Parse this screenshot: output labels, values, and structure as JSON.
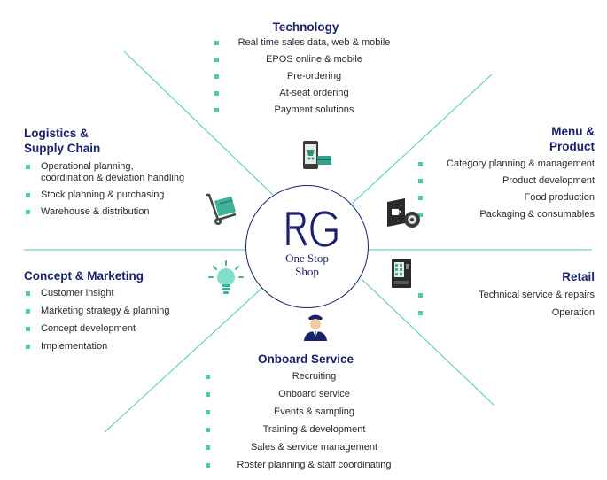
{
  "hub": {
    "logo": "RG",
    "line1": "One Stop",
    "line2": "Shop"
  },
  "sections": {
    "technology": {
      "title": "Technology",
      "items": [
        "Real time sales data, web & mobile",
        "EPOS online & mobile",
        "Pre-ordering",
        "At-seat ordering",
        "Payment solutions"
      ]
    },
    "logistics": {
      "title_line1": "Logistics &",
      "title_line2": "Supply Chain",
      "items": [
        "Operational planning,",
        "coordination & deviation handling",
        "Stock planning & purchasing",
        "Warehouse & distribution"
      ]
    },
    "menu": {
      "title_line1": "Menu &",
      "title_line2": "Product",
      "items": [
        "Category planning & management",
        "Product development",
        "Food production",
        "Packaging & consumables"
      ]
    },
    "concept": {
      "title": "Concept & Marketing",
      "items": [
        "Customer insight",
        "Marketing strategy & planning",
        "Concept development",
        "Implementation"
      ]
    },
    "retail": {
      "title": "Retail",
      "items": [
        "Technical service & repairs",
        "Operation"
      ]
    },
    "onboard": {
      "title": "Onboard Service",
      "items": [
        "Recruiting",
        "Onboard service",
        "Events & sampling",
        "Training & development",
        "Sales & service management",
        "Roster planning & staff coordinating"
      ]
    }
  },
  "icons": [
    "mobile-payment-icon",
    "hand-truck-icon",
    "menu-coffee-icon",
    "lightbulb-icon",
    "vending-machine-icon",
    "steward-icon"
  ],
  "colors": {
    "accent": "#4ccbb1",
    "title": "#1a1f6e"
  }
}
